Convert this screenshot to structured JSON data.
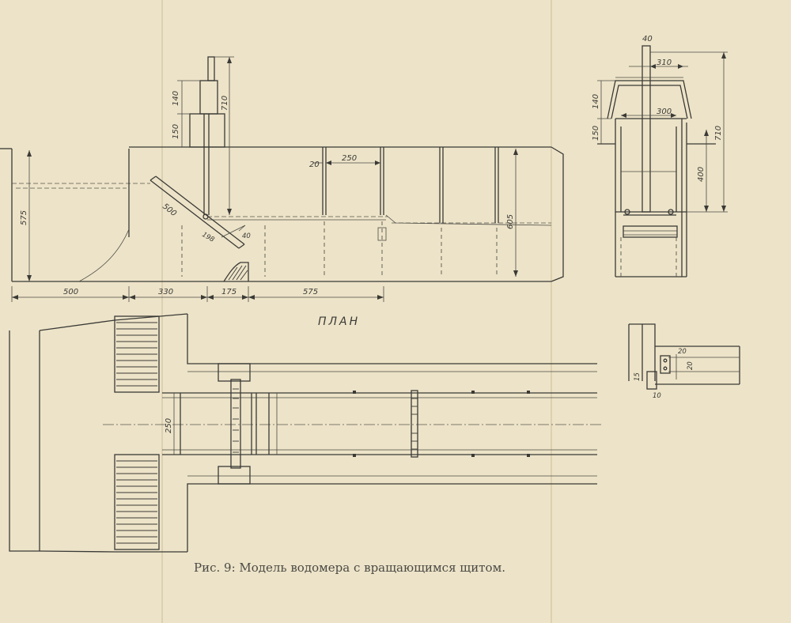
{
  "caption": "Рис. 9: Модель водомера с вращающимся щитом.",
  "plan_title": "ПЛАН",
  "side_view": {
    "dimensions": {
      "d500_gate": "500",
      "d198": "198",
      "d40": "40",
      "d575": "575",
      "d140": "140",
      "d150": "150",
      "d710": "710",
      "d20": "20",
      "d250": "250",
      "d605": "605"
    },
    "bottom_dims": [
      "500",
      "330",
      "175",
      "575"
    ]
  },
  "plan_view": {
    "d250": "250"
  },
  "cross_section": {
    "d40": "40",
    "d310": "310",
    "d300": "300",
    "d140": "140",
    "d150": "150",
    "d400": "400",
    "d710": "710"
  },
  "detail": {
    "d20a": "20",
    "d20b": "20",
    "d15": "15",
    "d10": "10"
  }
}
